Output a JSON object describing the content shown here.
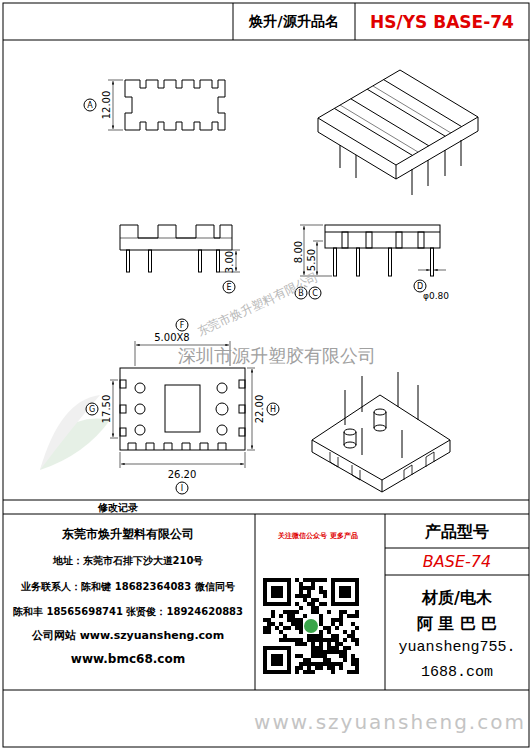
{
  "diagram": {
    "labels": [
      "焕升/源升品名",
      "HS/YS BASE-74",
      "A",
      "12.00",
      "E",
      "3.00",
      "8.00",
      "5.50",
      "B",
      "C",
      "D",
      "φ0.80",
      "F",
      "5.00X8",
      "G",
      "17.50",
      "22.00",
      "H",
      "26.20",
      "I",
      "深圳市源升塑胶有限公司",
      "东莞市焕升塑料有限公司",
      "修改记录",
      "东莞市焕升塑料有限公司",
      "地址：东莞市石排下沙大道210号",
      "业务联系人：陈和键 18682364083 微信同号",
      "陈和丰 18565698741 张贤俊：18924620883",
      "公司网站 www.szyuansheng.com",
      "www.bmc68.com",
      "关注微信公众号 更多产品",
      "产品型号",
      "BASE-74",
      "材质/电木",
      "阿 里 巴 巴",
      "yuansheng755. 1688.com",
      "www.szyuansheng.com"
    ]
  }
}
